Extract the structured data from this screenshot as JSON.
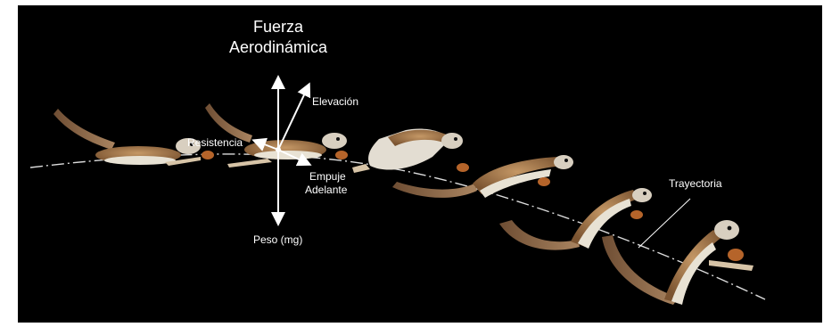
{
  "diagram": {
    "title_line1": "Fuerza",
    "title_line2": "Aerodinámica",
    "labels": {
      "lift": "Elevación",
      "drag": "Resistencia",
      "thrust_line1": "Empuje",
      "thrust_line2": "Adelante",
      "weight": "Peso (mg)",
      "trajectory": "Trayectoria"
    }
  },
  "colors": {
    "background": "#000000",
    "border": "#ffffff",
    "arrows": "#ffffff",
    "fur": "#a8794a",
    "belly": "#e8e2d4",
    "pinecone": "#b5642a"
  },
  "subject": "flying squirrel (glide sequence, 6 frames)"
}
